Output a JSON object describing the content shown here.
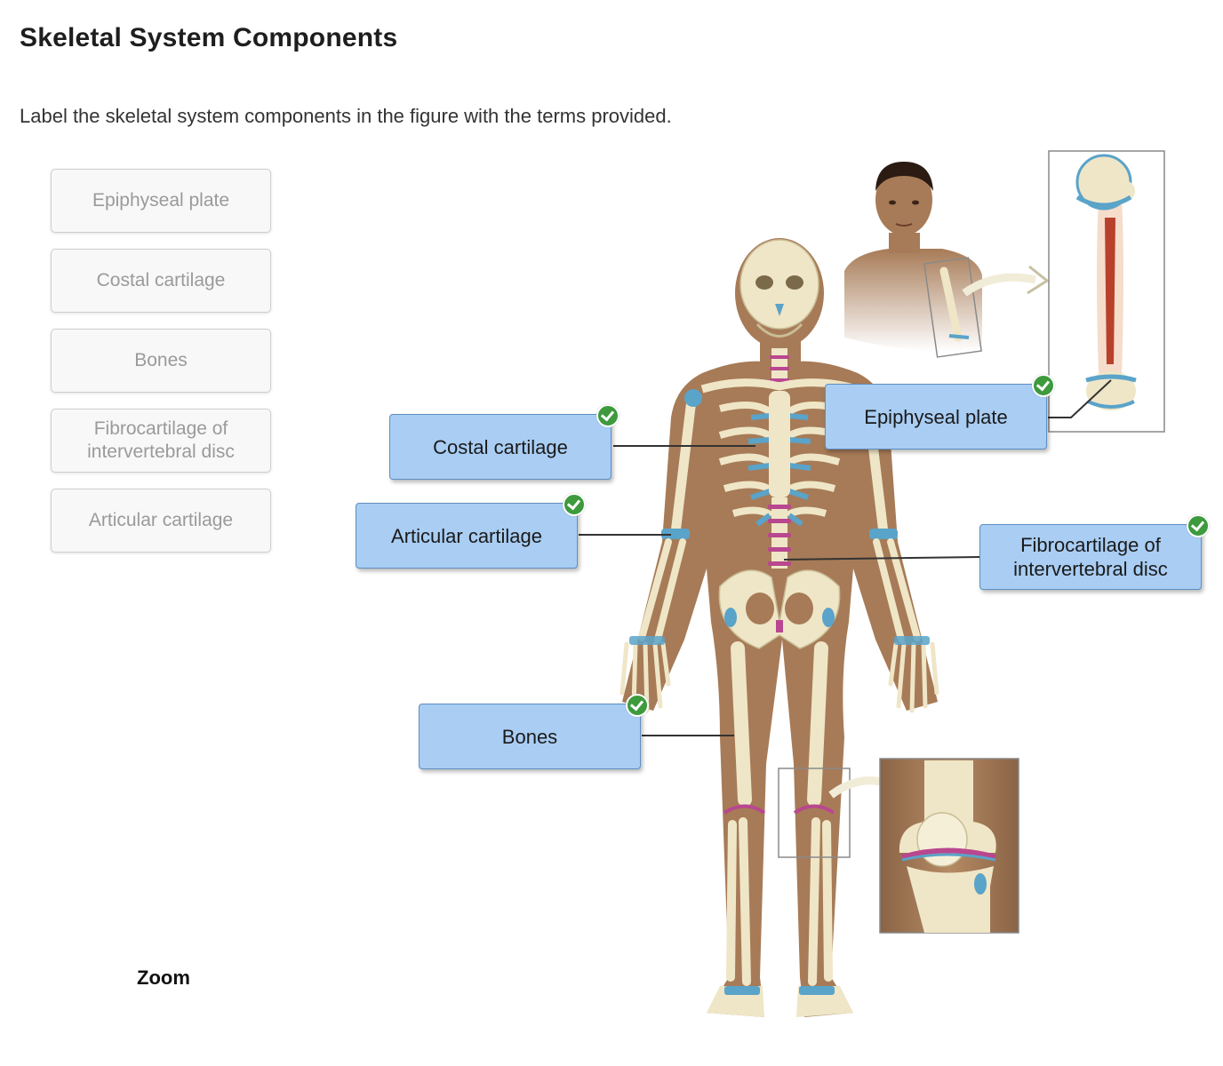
{
  "page": {
    "title": "Skeletal System Components",
    "instruction": "Label the skeletal system components in the figure with the terms provided."
  },
  "word_bank": [
    {
      "label": "Epiphyseal plate"
    },
    {
      "label": "Costal cartilage"
    },
    {
      "label": "Bones"
    },
    {
      "label": "Fibrocartilage of\nintervertebral disc"
    },
    {
      "label": "Articular cartilage"
    }
  ],
  "placed_labels": {
    "epiphyseal": {
      "text": "Epiphyseal plate",
      "status": "correct"
    },
    "costal": {
      "text": "Costal cartilage",
      "status": "correct"
    },
    "articular": {
      "text": "Articular cartilage",
      "status": "correct"
    },
    "fibro": {
      "text": "Fibrocartilage of\nintervertebral disc",
      "status": "correct"
    },
    "bones": {
      "text": "Bones",
      "status": "correct"
    }
  },
  "controls": {
    "zoom_label": "Zoom"
  },
  "colors": {
    "label_fill": "#a9cdf3",
    "label_border": "#5f8fc2",
    "correct_check": "#3d9a3d",
    "cartilage": "#5aa3c9",
    "disc": "#b9478f",
    "bone": "#efe6c7",
    "skin": "#a77b57"
  }
}
